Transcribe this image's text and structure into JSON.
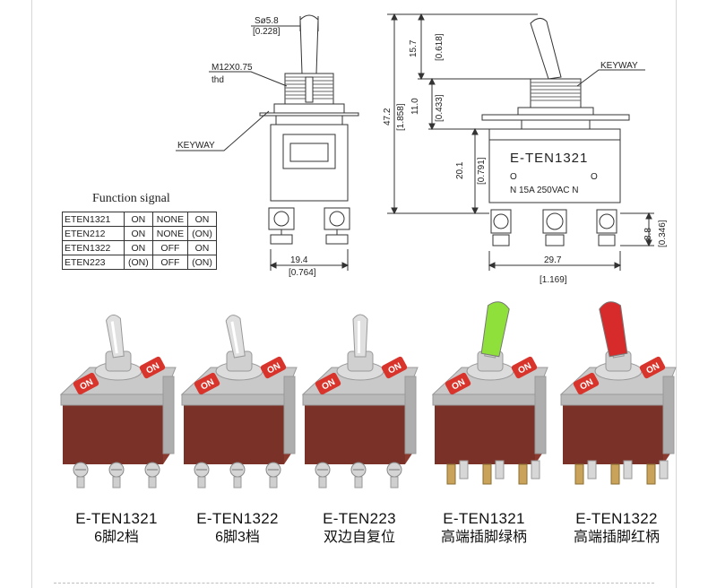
{
  "drawing_labels": {
    "s_dim": "Sø5.8",
    "s_dim_in": "[0.228]",
    "thread": "M12X0.75",
    "thread_sub": "thd",
    "keyway_left": "KEYWAY",
    "keyway_right": "KEYWAY",
    "h_total": "47.2",
    "h_total_in": "[1.858]",
    "h_lever": "15.7",
    "h_lever_in": "[0.618]",
    "h_bush": "11.0",
    "h_bush_in": "[0.433]",
    "h_body": "20.1",
    "h_body_in": "[0.791]",
    "h_term": "8.8",
    "h_term_in": "[0.346]",
    "w_front": "19.4",
    "w_front_in": "[0.764]",
    "w_side": "29.7",
    "w_side_in": "[1.169]",
    "body_model": "E-TEN1321",
    "body_o_left": "O",
    "body_o_right": "O",
    "body_rating": "N  15A  250VAC  N"
  },
  "function_signal": {
    "title": "Function signal",
    "rows": [
      {
        "model": "ETEN1321",
        "c1": "ON",
        "c2": "NONE",
        "c3": "ON"
      },
      {
        "model": "ETEN212",
        "c1": "ON",
        "c2": "NONE",
        "c3": "(ON)"
      },
      {
        "model": "ETEN1322",
        "c1": "ON",
        "c2": "OFF",
        "c3": "ON"
      },
      {
        "model": "ETEN223",
        "c1": "(ON)",
        "c2": "OFF",
        "c3": "(ON)"
      }
    ]
  },
  "products": [
    {
      "model": "E-TEN1321",
      "desc": "6脚2档",
      "lever_color": "#c8c8c8"
    },
    {
      "model": "E-TEN1322",
      "desc": "6脚3档",
      "lever_color": "#c8c8c8"
    },
    {
      "model": "E-TEN223",
      "desc": "双边自复位",
      "lever_color": "#c8c8c8"
    },
    {
      "model": "E-TEN1321",
      "desc": "高端插脚绿柄",
      "lever_color": "#8fe03a"
    },
    {
      "model": "E-TEN1322",
      "desc": "高端插脚红柄",
      "lever_color": "#d72a2a"
    }
  ],
  "badge_text": "ON",
  "colors": {
    "body": "#8a3a2e",
    "metal": "#c9c9c9",
    "badge": "#d9342b"
  }
}
